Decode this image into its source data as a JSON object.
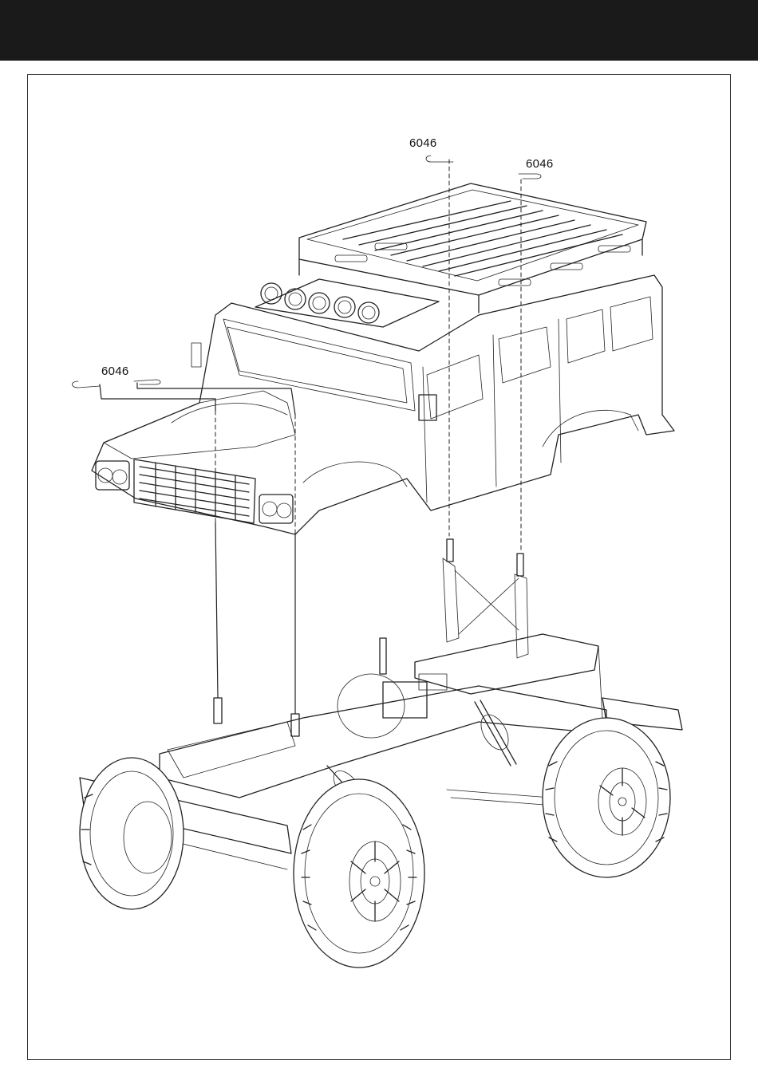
{
  "part_labels": {
    "top_center": "6046",
    "top_right": "6046",
    "left": "6046"
  }
}
